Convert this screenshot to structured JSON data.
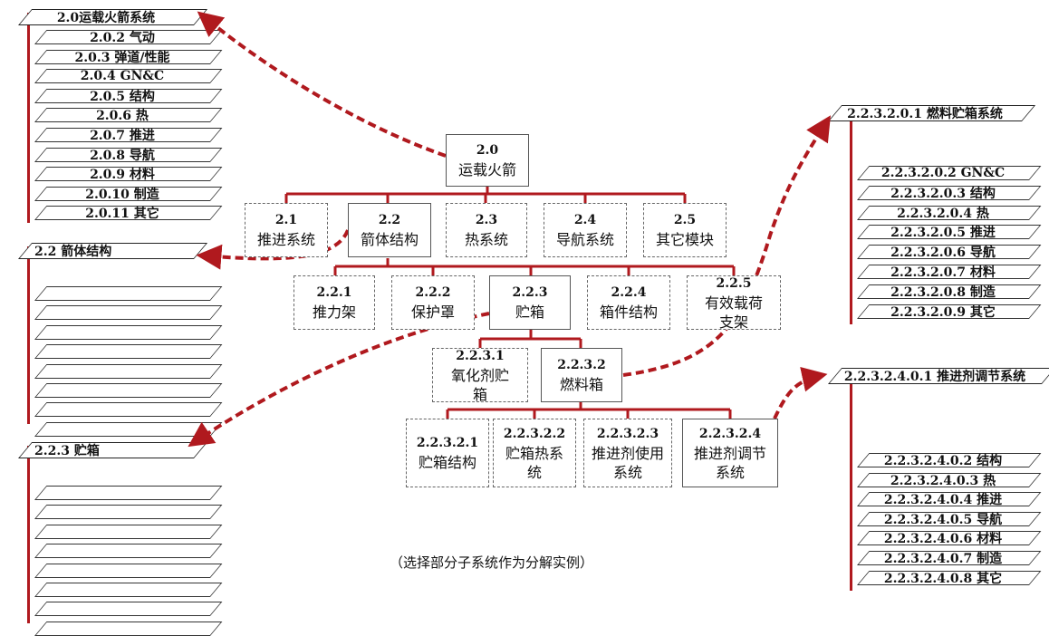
{
  "left_top_list": {
    "header": "2.0运载火箭系统",
    "items": [
      "2.0.2 气动",
      "2.0.3 弹道/性能",
      "2.0.4 GN&C",
      "2.0.5 结构",
      "2.0.6 热",
      "2.0.7 推进",
      "2.0.8 导航",
      "2.0.9 材料",
      "2.0.10 制造",
      "2.0.11 其它"
    ]
  },
  "left_mid_list": {
    "header": "2.2 箭体结构"
  },
  "left_bottom_list": {
    "header": "2.2.3 贮箱"
  },
  "right_top_list": {
    "header": "2.2.3.2.0.1 燃料贮箱系统",
    "items": [
      "2.2.3.2.0.2 GN&C",
      "2.2.3.2.0.3 结构",
      "2.2.3.2.0.4 热",
      "2.2.3.2.0.5 推进",
      "2.2.3.2.0.6 导航",
      "2.2.3.2.0.7 材料",
      "2.2.3.2.0.8 制造",
      "2.2.3.2.0.9 其它"
    ]
  },
  "right_bottom_list": {
    "header": "2.2.3.2.4.0.1 推进剂调节系统",
    "items": [
      "2.2.3.2.4.0.2 结构",
      "2.2.3.2.4.0.3 热",
      "2.2.3.2.4.0.4 推进",
      "2.2.3.2.4.0.5 导航",
      "2.2.3.2.4.0.6 材料",
      "2.2.3.2.4.0.7 制造",
      "2.2.3.2.4.0.8 其它"
    ]
  },
  "tree": {
    "root": {
      "num": "2.0",
      "label": "运载火箭"
    },
    "level1": [
      {
        "num": "2.1",
        "label": "推进系统"
      },
      {
        "num": "2.2",
        "label": "箭体结构"
      },
      {
        "num": "2.3",
        "label": "热系统"
      },
      {
        "num": "2.4",
        "label": "导航系统"
      },
      {
        "num": "2.5",
        "label": "其它模块"
      }
    ],
    "level2": [
      {
        "num": "2.2.1",
        "label": "推力架"
      },
      {
        "num": "2.2.2",
        "label": "保护罩"
      },
      {
        "num": "2.2.3",
        "label": "贮箱"
      },
      {
        "num": "2.2.4",
        "label": "箱件结构"
      },
      {
        "num": "2.2.5",
        "label": "有效载荷支架"
      }
    ],
    "level3": [
      {
        "num": "2.2.3.1",
        "label": "氧化剂贮箱"
      },
      {
        "num": "2.2.3.2",
        "label": "燃料箱"
      }
    ],
    "level4": [
      {
        "num": "2.2.3.2.1",
        "label": "贮箱结构"
      },
      {
        "num": "2.2.3.2.2",
        "label": "贮箱热系统"
      },
      {
        "num": "2.2.3.2.3",
        "label": "推进剂使用系统"
      },
      {
        "num": "2.2.3.2.4",
        "label": "推进剂调节系统"
      }
    ]
  },
  "caption": "（选择部分子系统作为分解实例）",
  "colors": {
    "tree_line": "#b0191e",
    "dashed_arrow": "#b0191e"
  }
}
